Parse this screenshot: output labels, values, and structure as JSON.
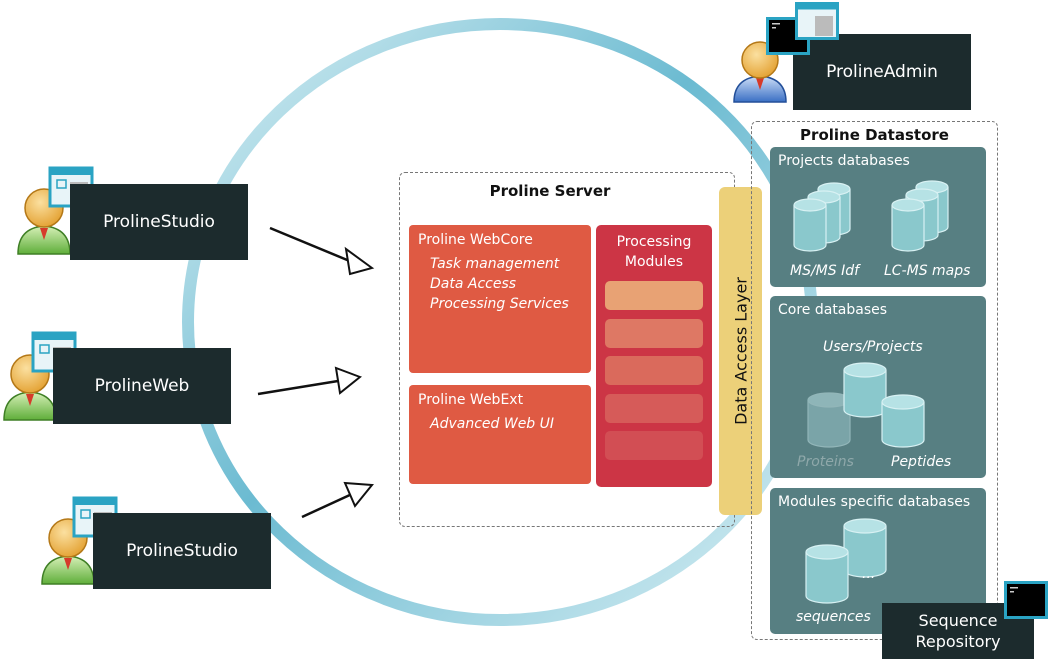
{
  "clients": {
    "studio_top": "ProlineStudio",
    "web": "ProlineWeb",
    "studio_bottom": "ProlineStudio"
  },
  "admin": {
    "label": "ProlineAdmin"
  },
  "server": {
    "title": "Proline Server",
    "webcore": {
      "title": "Proline WebCore",
      "items": [
        "Task management",
        "Data Access",
        "Processing Services"
      ]
    },
    "webext": {
      "title": "Proline WebExt",
      "items": [
        "Advanced Web UI"
      ]
    },
    "modules": {
      "title_line1": "Processing",
      "title_line2": "Modules",
      "count": 5
    }
  },
  "data_access_layer": {
    "label": "Data Access Layer"
  },
  "datastore": {
    "title": "Proline Datastore",
    "projects": {
      "title": "Projects databases",
      "db1": "MS/MS Idf",
      "db2": "LC-MS maps"
    },
    "core": {
      "title": "Core databases",
      "db_top": "Users/Projects",
      "db_left": "Proteins",
      "db_right": "Peptides"
    },
    "modules": {
      "title": "Modules specific databases",
      "db1": "sequences",
      "db2": "..."
    }
  },
  "sequence_repository": {
    "line1": "Sequence",
    "line2": "Repository"
  },
  "colors": {
    "dark_box": "#1c2b2d",
    "orange": "#df5a43",
    "crimson": "#cc3545",
    "data_layer": "#ecd079",
    "teal_panel": "#577f82",
    "cylinder": "#8ac8cc",
    "ring": "#5bb3cc"
  },
  "icons": [
    "user-icon",
    "window-icon",
    "terminal-icon",
    "database-icon",
    "arrow-icon"
  ]
}
